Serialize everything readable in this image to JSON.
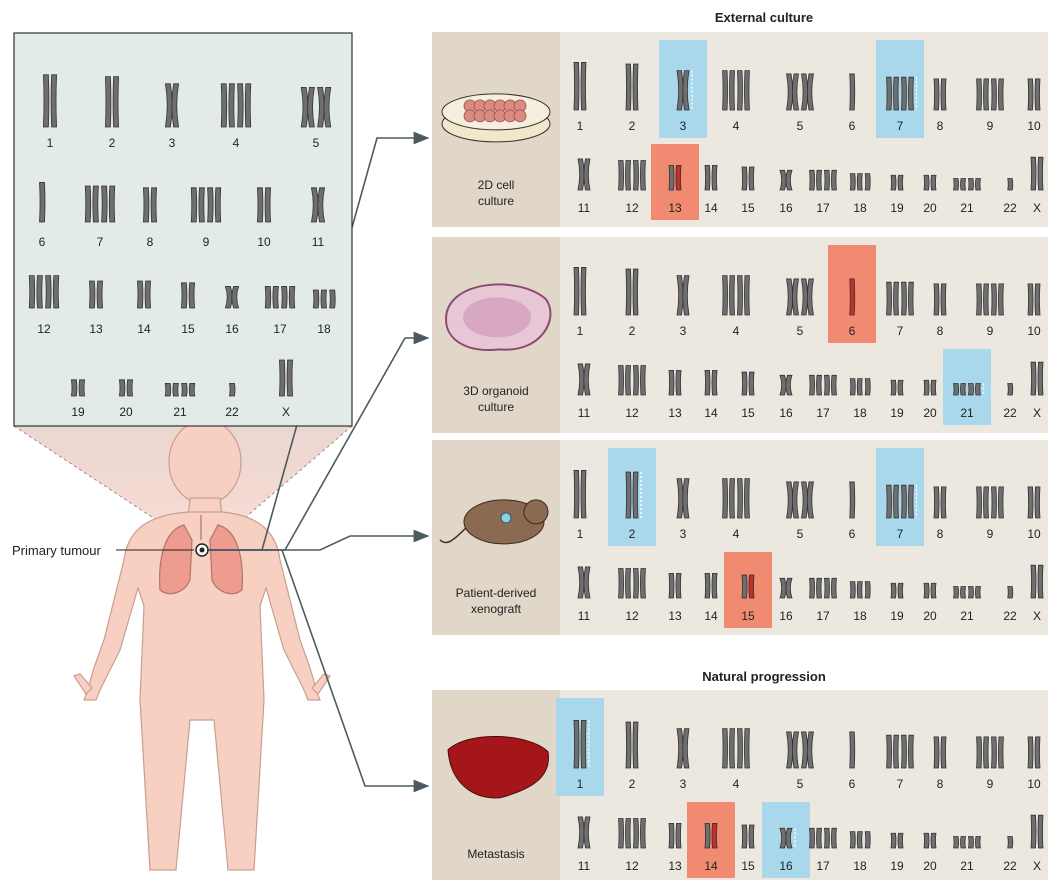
{
  "headings": {
    "external": "External culture",
    "natural": "Natural progression"
  },
  "primary_label": "Primary tumour",
  "karyotype_labels": [
    "1",
    "2",
    "3",
    "4",
    "5",
    "6",
    "7",
    "8",
    "9",
    "10",
    "11",
    "12",
    "13",
    "14",
    "15",
    "16",
    "17",
    "18",
    "19",
    "20",
    "21",
    "22",
    "X"
  ],
  "panels": [
    {
      "name": "2d-cell-culture",
      "label_lines": [
        "2D cell",
        "culture"
      ],
      "gains": [
        "13"
      ],
      "losses": [
        "3",
        "7"
      ]
    },
    {
      "name": "3d-organoid-culture",
      "label_lines": [
        "3D organoid",
        "culture"
      ],
      "gains": [
        "6"
      ],
      "losses": [
        "21"
      ]
    },
    {
      "name": "patient-derived-xenograft",
      "label_lines": [
        "Patient-derived",
        "xenograft"
      ],
      "gains": [
        "15"
      ],
      "losses": [
        "2",
        "7"
      ]
    },
    {
      "name": "metastasis",
      "label_lines": [
        "Metastasis"
      ],
      "gains": [
        "14"
      ],
      "losses": [
        "1",
        "16"
      ]
    }
  ],
  "colors": {
    "gain_highlight": "#f08a70",
    "loss_highlight": "#a9d8ec",
    "panel_bg": "#ece7df",
    "icon_bg": "#e0d7c9",
    "karyotype_bg": "#e3ebe9",
    "chromosome": "#6f6f6f",
    "body_skin": "#f7d0c1",
    "arrow": "#4d5a60"
  }
}
